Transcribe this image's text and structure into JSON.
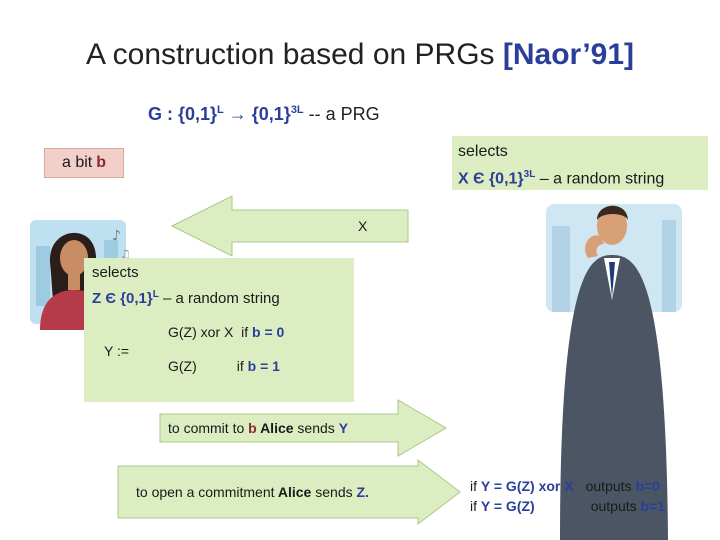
{
  "slide": {
    "title_main": "A construction based on PRGs ",
    "title_ref": "[Naor’91]",
    "prg_def": {
      "prefix": "G : {0,1}",
      "sup1": "L",
      "arrow": " → {0,1}",
      "sup2": "3L",
      "suffix": " -- a PRG"
    },
    "alice_bit": {
      "prefix": "a bit",
      "value": "b"
    },
    "bob_select": {
      "line1": "selects",
      "line2_prefix": "X Є {0,1}",
      "line2_sup": "3L",
      "line2_suffix": " – a random string"
    },
    "x_arrow_label": "X",
    "alice_select": {
      "line1": "selects",
      "line2_prefix": "Z Є {0,1}",
      "line2_sup": "L",
      "line2_suffix": " – a random string"
    },
    "y_def": {
      "label": "Y :=",
      "case1_expr": "G(Z) xor X",
      "case1_cond_prefix": "if ",
      "case1_cond": "b = 0",
      "case2_expr": "G(Z)",
      "case2_cond_prefix": "if ",
      "case2_cond": "b = 1"
    },
    "commit_arrow": {
      "prefix": "to commit to ",
      "bit": "b",
      "who": " Alice",
      "verb": " sends ",
      "value": "Y"
    },
    "open_arrow": {
      "prefix": "to open a commitment",
      "who": " Alice",
      "verb": " sends ",
      "value": "Z."
    },
    "verify": {
      "line1_prefix": "if ",
      "line1_cond": "Y = G(Z) xor X",
      "line1_out": "outputs ",
      "line1_val": "b=0",
      "line2_prefix": "if ",
      "line2_cond": "Y = G(Z)",
      "line2_out": "outputs ",
      "line2_val": "b=1"
    },
    "colors": {
      "green_box": "#dcedc1",
      "pink_box": "#f2cfc9",
      "blue_text": "#2a3f9a",
      "red_text": "#8a2a2a"
    },
    "icons": [
      "alice-illustration",
      "bob-illustration"
    ]
  }
}
